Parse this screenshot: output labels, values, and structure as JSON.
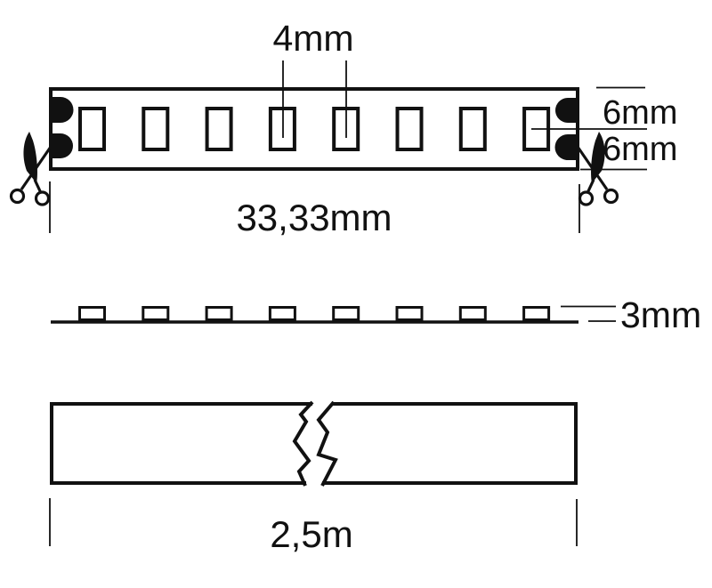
{
  "figure": {
    "title": "LED strip dimension diagram",
    "background": "#ffffff",
    "line_color": "#111111"
  },
  "top_view": {
    "description": "cuttable LED strip segment seen from above",
    "led_count": 8,
    "solder_pads_per_end": 2,
    "labels": {
      "led_pitch": "4mm",
      "upper_width": "6mm",
      "lower_width": "6mm",
      "cut_segment_length": "33,33mm"
    },
    "icons": {
      "left_cut_mark": "scissors-icon",
      "right_cut_mark": "scissors-icon"
    }
  },
  "side_view": {
    "description": "strip side profile with LED chips on top",
    "led_count": 8,
    "labels": {
      "strip_height": "3mm"
    }
  },
  "length_view": {
    "description": "full strip with break symbol",
    "labels": {
      "total_length": "2,5m"
    }
  }
}
